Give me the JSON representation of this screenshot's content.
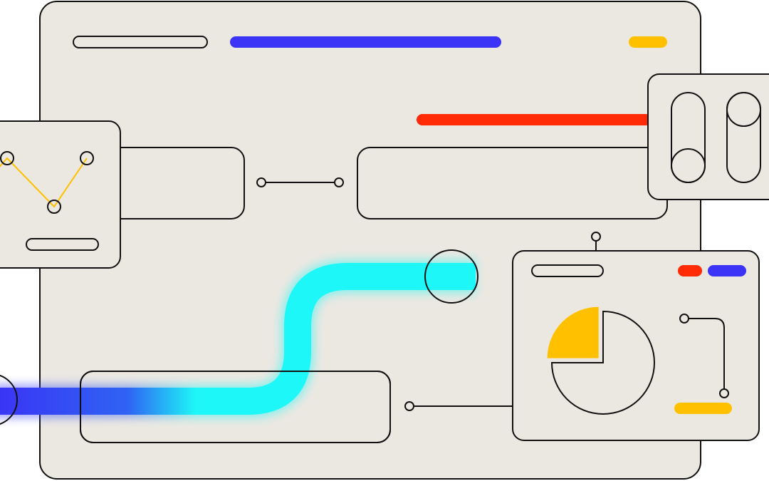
{
  "colors": {
    "background": "#ffffff",
    "panel": "#ebe8e2",
    "stroke": "#111111",
    "blue": "#3b33f5",
    "red": "#ff2a06",
    "yellow": "#ffc000",
    "cyan": "#1ef7f7"
  },
  "icons": {
    "line_chart": "line-chart-icon",
    "pie_chart": "pie-chart-icon",
    "toggles": "toggle-switch-icon",
    "connector": "connector-node-icon"
  },
  "chart_data": {
    "type": "pie",
    "values": [
      25,
      75
    ],
    "colors": [
      "#ffc000",
      "#ebe8e2"
    ],
    "exploded": [
      true,
      false
    ]
  },
  "toggles": [
    {
      "state": "off"
    },
    {
      "state": "on"
    }
  ]
}
